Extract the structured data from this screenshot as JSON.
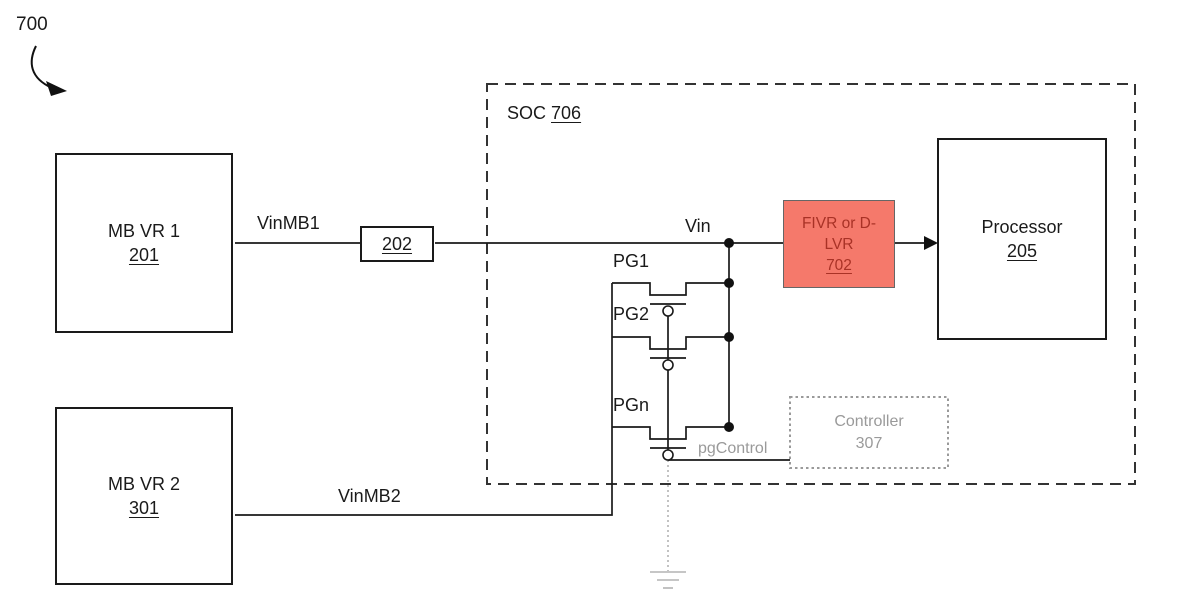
{
  "figure": {
    "number": "700"
  },
  "colors": {
    "fivr_fill": "#f5796b",
    "fivr_text": "#a93226",
    "muted": "#9a9a9a",
    "ink": "#1a1a1a"
  },
  "blocks": {
    "mb_vr_1": {
      "name": "MB VR 1",
      "ref": "201"
    },
    "mb_vr_2": {
      "name": "MB VR 2",
      "ref": "301"
    },
    "connector": {
      "ref": "202"
    },
    "soc": {
      "name": "SOC",
      "ref": "706"
    },
    "fivr": {
      "line1": "FIVR or D-",
      "line2": "LVR",
      "ref": "702"
    },
    "processor": {
      "name": "Processor",
      "ref": "205"
    },
    "controller": {
      "name": "Controller",
      "ref": "307"
    }
  },
  "wires": {
    "vinmb1": "VinMB1",
    "vin": "Vin",
    "vinmb2": "VinMB2",
    "pg1": "PG1",
    "pg2": "PG2",
    "pgn": "PGn",
    "pgcontrol": "pgControl"
  }
}
